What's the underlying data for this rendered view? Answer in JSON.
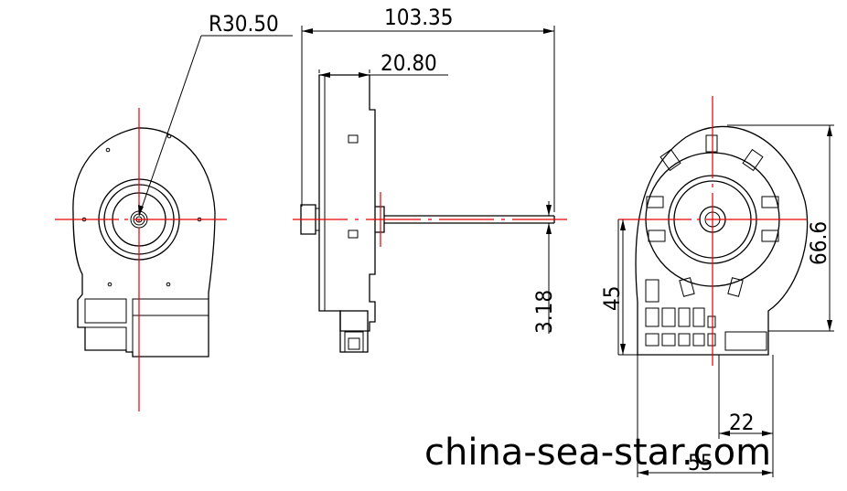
{
  "dimensions": {
    "radius_label": "R30.50",
    "overall_length": "103.35",
    "body_width": "20.80",
    "shaft_diameter": "3.18",
    "mount_height": "45",
    "outer_height": "66.6",
    "connector_offset": "22",
    "base_width": "55"
  },
  "watermark": "china-sea-star.com",
  "colors": {
    "line": "#000000",
    "centerline": "#e60000",
    "background": "#ffffff"
  }
}
